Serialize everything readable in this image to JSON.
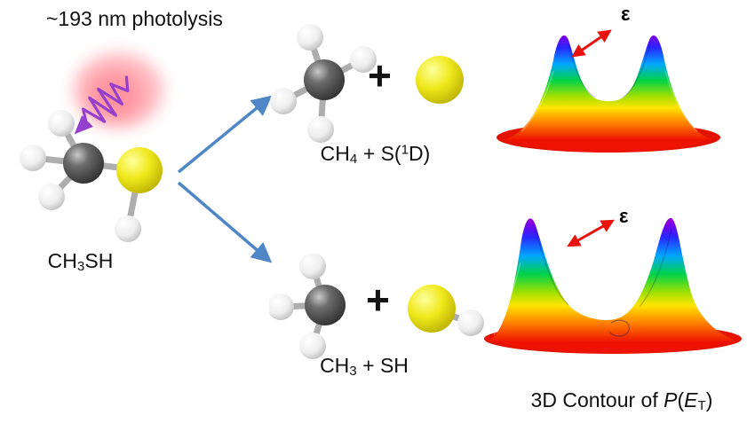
{
  "figure": {
    "photolysis_label": "~193 nm photolysis",
    "reactant_formula": {
      "b1": "CH",
      "sub1": "3",
      "b2": "SH"
    },
    "plus": "+",
    "channel_top_formula": {
      "b1": "CH",
      "sub1": "4",
      "b2": " + S(",
      "sup1": "1",
      "b3": "D)"
    },
    "channel_bottom_formula": {
      "b1": "CH",
      "sub1": "3",
      "b2": " + SH"
    },
    "epsilon_top": "ε",
    "epsilon_bottom": "ε",
    "caption": {
      "prefix": "3D Contour of ",
      "p_italic": "P",
      "open_paren": "(",
      "e_italic": "E",
      "t_sub": "T",
      "close_paren": ")"
    },
    "molecules": {
      "reactant": "CH3SH ball-and-stick model",
      "product_top": "CH4 + S atom",
      "product_bottom": "CH3 + SH"
    },
    "colors": {
      "carbon": "#3d3d3d",
      "hydrogen": "#f0f0f0",
      "sulfur": "#e8e400",
      "bond": "#adadad",
      "branch_arrow": "#4f86c6",
      "laser": "#9440cc",
      "laser_glow": "#ff5f6e",
      "epsilon_arrow": "#e8130c"
    }
  }
}
